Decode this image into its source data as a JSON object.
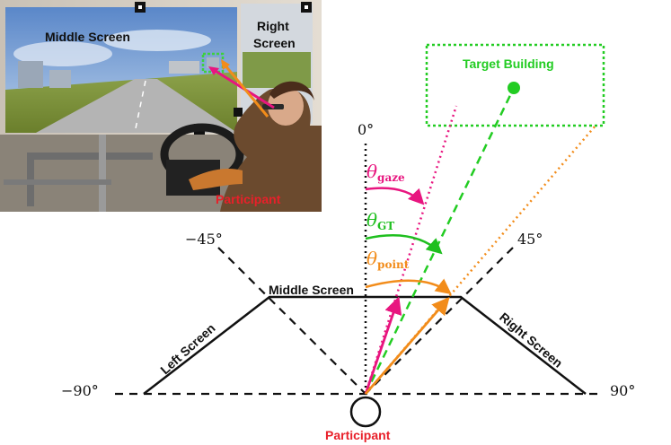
{
  "photo": {
    "middle_screen_label": "Middle Screen",
    "right_screen_label": "Right Screen",
    "participant_label": "Participant",
    "colors": {
      "participant": "#e8202a",
      "gaze_arrow": "#e8157f",
      "point_arrow": "#f28c1a",
      "target_box": "#3dd13d"
    }
  },
  "diagram": {
    "angle_labels": {
      "zero": "0°",
      "minus45": "−45°",
      "plus45": "45°",
      "minus90": "−90°",
      "plus90": "90°"
    },
    "screens": {
      "middle": "Middle Screen",
      "left": "Left Screen",
      "right": "Right Screen"
    },
    "target_label": "Target Building",
    "participant_label": "Participant",
    "thetas": {
      "gaze": {
        "symbol": "θ",
        "sub": "gaze",
        "color": "#e8157f"
      },
      "gt": {
        "symbol": "θ",
        "sub": "GT",
        "color": "#1fbf1f"
      },
      "point": {
        "symbol": "θ",
        "sub": "point",
        "color": "#f28c1a"
      }
    },
    "colors": {
      "target": "#22cc22",
      "participant": "#e8202a",
      "gaze": "#e8157f",
      "gt": "#22cc22",
      "point": "#f28c1a"
    }
  }
}
